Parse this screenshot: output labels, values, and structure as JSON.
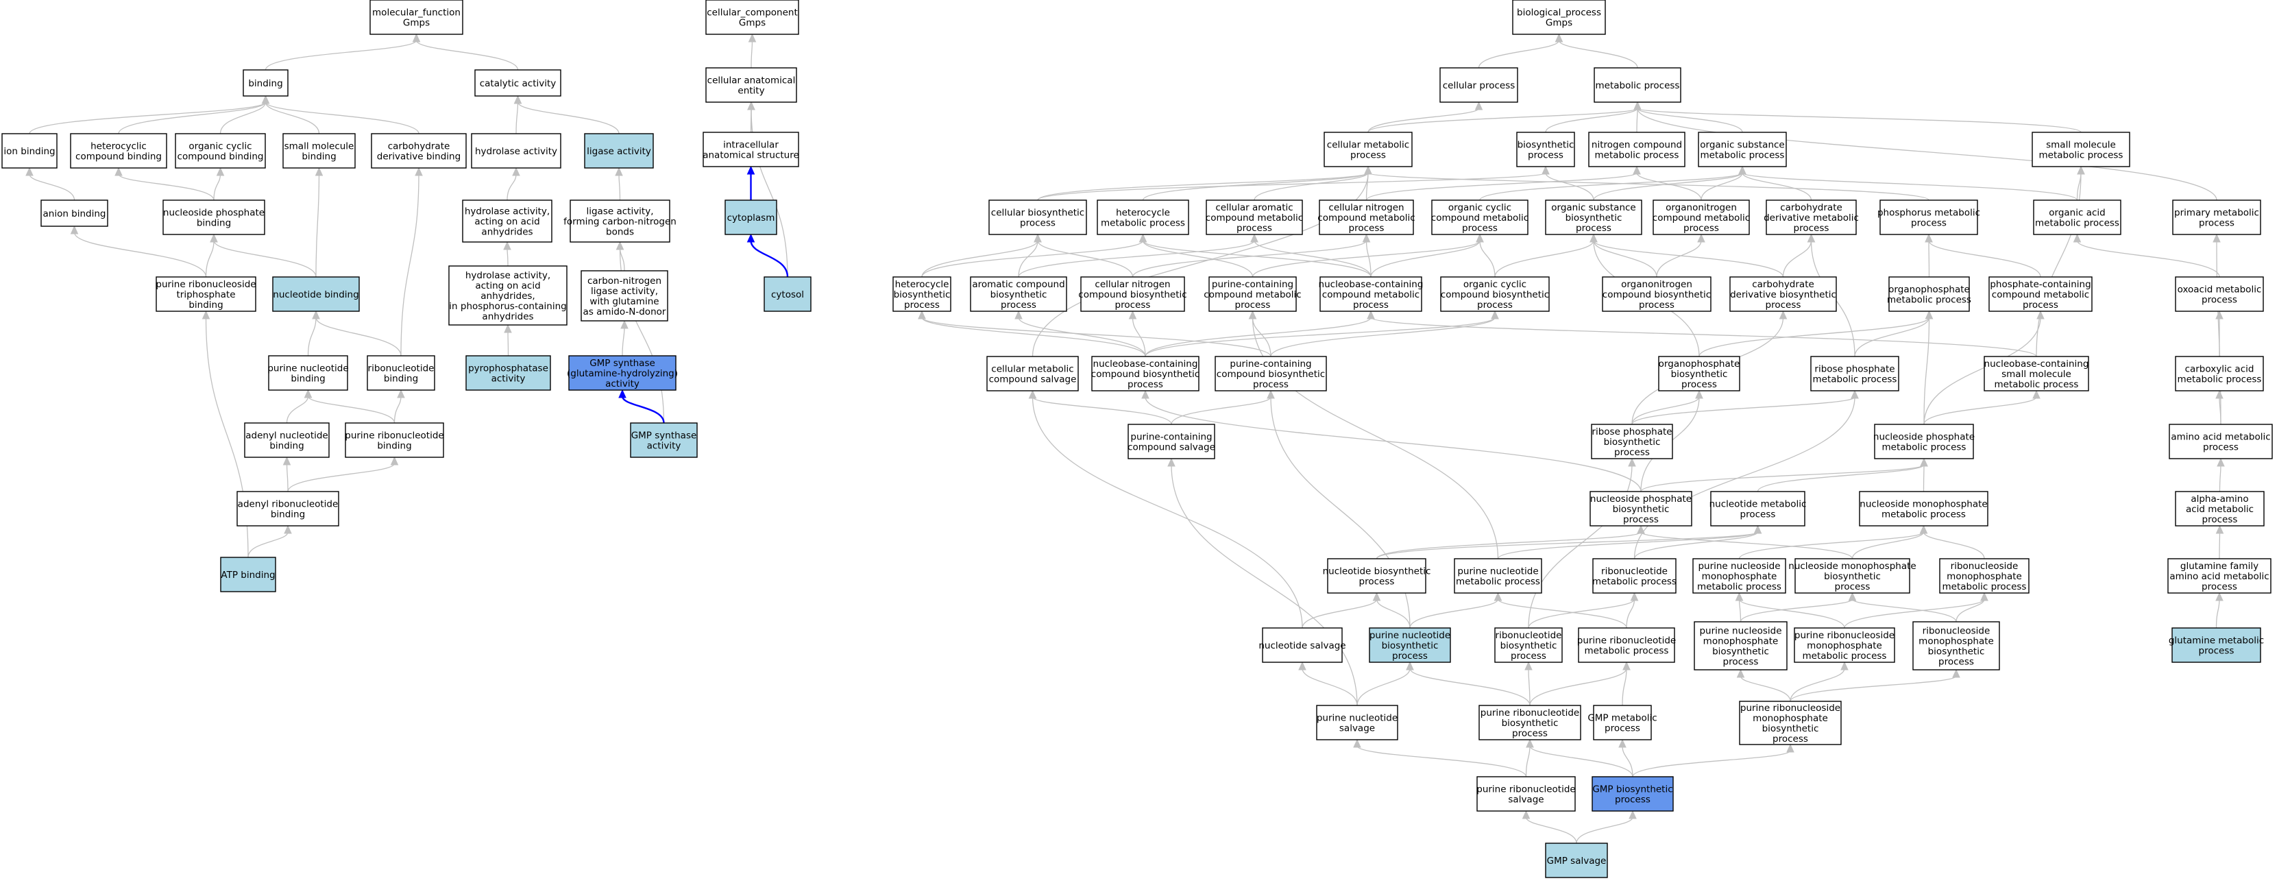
{
  "colors": {
    "plain": "#ffffff",
    "annotated": "#add8e6",
    "query": "#6495ed",
    "edge": "#c0c0c0",
    "highlight": "#0000ff"
  },
  "nodes": {
    "mf": {
      "lines": [
        "molecular_function",
        "Gmps"
      ],
      "color": "plain"
    },
    "binding": {
      "lines": [
        "binding"
      ],
      "color": "plain"
    },
    "catalytic": {
      "lines": [
        "catalytic activity"
      ],
      "color": "plain"
    },
    "ion": {
      "lines": [
        "ion binding"
      ],
      "color": "plain"
    },
    "hetcyc_bind": {
      "lines": [
        "heterocyclic",
        "compound binding"
      ],
      "color": "plain"
    },
    "orgcyc_bind": {
      "lines": [
        "organic cyclic",
        "compound binding"
      ],
      "color": "plain"
    },
    "smallmol_bind": {
      "lines": [
        "small molecule",
        "binding"
      ],
      "color": "plain"
    },
    "carbo_bind": {
      "lines": [
        "carbohydrate",
        "derivative binding"
      ],
      "color": "plain"
    },
    "hydrolase": {
      "lines": [
        "hydrolase activity"
      ],
      "color": "plain"
    },
    "ligase": {
      "lines": [
        "ligase activity"
      ],
      "color": "annotated"
    },
    "anion": {
      "lines": [
        "anion binding"
      ],
      "color": "plain"
    },
    "nucphos_bind": {
      "lines": [
        "nucleoside phosphate",
        "binding"
      ],
      "color": "plain"
    },
    "hydro_acid": {
      "lines": [
        "hydrolase activity,",
        "acting on acid",
        "anhydrides"
      ],
      "color": "plain"
    },
    "ligase_cn": {
      "lines": [
        "ligase activity,",
        "forming carbon-nitrogen",
        "bonds"
      ],
      "color": "plain"
    },
    "purribtri": {
      "lines": [
        "purine ribonucleoside",
        "triphosphate",
        "binding"
      ],
      "color": "plain"
    },
    "nucleotide_bind": {
      "lines": [
        "nucleotide binding"
      ],
      "color": "annotated"
    },
    "hydro_phos": {
      "lines": [
        "hydrolase activity,",
        "acting on acid",
        "anhydrides,",
        "in phosphorus-containing",
        "anhydrides"
      ],
      "color": "plain"
    },
    "cn_ligase": {
      "lines": [
        "carbon-nitrogen",
        "ligase activity,",
        "with glutamine",
        "as amido-N-donor"
      ],
      "color": "plain"
    },
    "purnuc_bind": {
      "lines": [
        "purine nucleotide",
        "binding"
      ],
      "color": "plain"
    },
    "ribonuc_bind": {
      "lines": [
        "ribonucleotide",
        "binding"
      ],
      "color": "plain"
    },
    "pyrophos": {
      "lines": [
        "pyrophosphatase",
        "activity"
      ],
      "color": "annotated"
    },
    "gmps_glut": {
      "lines": [
        "GMP synthase",
        "(glutamine-hydrolyzing)",
        "activity"
      ],
      "color": "query"
    },
    "adenyl_bind": {
      "lines": [
        "adenyl nucleotide",
        "binding"
      ],
      "color": "plain"
    },
    "purrib_bind": {
      "lines": [
        "purine ribonucleotide",
        "binding"
      ],
      "color": "plain"
    },
    "gmps_act": {
      "lines": [
        "GMP synthase",
        "activity"
      ],
      "color": "annotated"
    },
    "adenylrib_bind": {
      "lines": [
        "adenyl ribonucleotide",
        "binding"
      ],
      "color": "plain"
    },
    "atp": {
      "lines": [
        "ATP binding"
      ],
      "color": "annotated"
    },
    "cc": {
      "lines": [
        "cellular_component",
        "Gmps"
      ],
      "color": "plain"
    },
    "cae": {
      "lines": [
        "cellular anatomical",
        "entity"
      ],
      "color": "plain"
    },
    "ias": {
      "lines": [
        "intracellular",
        "anatomical structure"
      ],
      "color": "plain"
    },
    "cytoplasm": {
      "lines": [
        "cytoplasm"
      ],
      "color": "annotated"
    },
    "cytosol": {
      "lines": [
        "cytosol"
      ],
      "color": "annotated"
    },
    "bp": {
      "lines": [
        "biological_process",
        "Gmps"
      ],
      "color": "plain"
    },
    "cellproc": {
      "lines": [
        "cellular process"
      ],
      "color": "plain"
    },
    "metab": {
      "lines": [
        "metabolic process"
      ],
      "color": "plain"
    },
    "cellmet": {
      "lines": [
        "cellular metabolic",
        "process"
      ],
      "color": "plain"
    },
    "biosyn": {
      "lines": [
        "biosynthetic",
        "process"
      ],
      "color": "plain"
    },
    "nitcomp": {
      "lines": [
        "nitrogen compound",
        "metabolic process"
      ],
      "color": "plain"
    },
    "orgsub": {
      "lines": [
        "organic substance",
        "metabolic process"
      ],
      "color": "plain"
    },
    "smallmolmet": {
      "lines": [
        "small molecule",
        "metabolic process"
      ],
      "color": "plain"
    },
    "primmet": {
      "lines": [
        "primary metabolic",
        "process"
      ],
      "color": "plain"
    },
    "cellbiosyn": {
      "lines": [
        "cellular biosynthetic",
        "process"
      ],
      "color": "plain"
    },
    "hetmet": {
      "lines": [
        "heterocycle",
        "metabolic process"
      ],
      "color": "plain"
    },
    "cellarom": {
      "lines": [
        "cellular aromatic",
        "compound metabolic",
        "process"
      ],
      "color": "plain"
    },
    "cellnit": {
      "lines": [
        "cellular nitrogen",
        "compound metabolic",
        "process"
      ],
      "color": "plain"
    },
    "orgcycmet": {
      "lines": [
        "organic cyclic",
        "compound metabolic",
        "process"
      ],
      "color": "plain"
    },
    "orgsubbio": {
      "lines": [
        "organic substance",
        "biosynthetic",
        "process"
      ],
      "color": "plain"
    },
    "orgnitmet": {
      "lines": [
        "organonitrogen",
        "compound metabolic",
        "process"
      ],
      "color": "plain"
    },
    "carbomet": {
      "lines": [
        "carbohydrate",
        "derivative metabolic",
        "process"
      ],
      "color": "plain"
    },
    "phosmet": {
      "lines": [
        "phosphorus metabolic",
        "process"
      ],
      "color": "plain"
    },
    "orgacid": {
      "lines": [
        "organic acid",
        "metabolic process"
      ],
      "color": "plain"
    },
    "hetbio": {
      "lines": [
        "heterocycle",
        "biosynthetic",
        "process"
      ],
      "color": "plain"
    },
    "arombio": {
      "lines": [
        "aromatic compound",
        "biosynthetic",
        "process"
      ],
      "color": "plain"
    },
    "cellnitbio": {
      "lines": [
        "cellular nitrogen",
        "compound biosynthetic",
        "process"
      ],
      "color": "plain"
    },
    "purcontmet": {
      "lines": [
        "purine-containing",
        "compound metabolic",
        "process"
      ],
      "color": "plain"
    },
    "nucbasemet": {
      "lines": [
        "nucleobase-containing",
        "compound metabolic",
        "process"
      ],
      "color": "plain"
    },
    "orgcycbio": {
      "lines": [
        "organic cyclic",
        "compound biosynthetic",
        "process"
      ],
      "color": "plain"
    },
    "orgnitbio": {
      "lines": [
        "organonitrogen",
        "compound biosynthetic",
        "process"
      ],
      "color": "plain"
    },
    "carbobio": {
      "lines": [
        "carbohydrate",
        "derivative biosynthetic",
        "process"
      ],
      "color": "plain"
    },
    "orgphosmet": {
      "lines": [
        "organophosphate",
        "metabolic process"
      ],
      "color": "plain"
    },
    "phoscontmet": {
      "lines": [
        "phosphate-containing",
        "compound metabolic",
        "process"
      ],
      "color": "plain"
    },
    "oxoacid": {
      "lines": [
        "oxoacid metabolic",
        "process"
      ],
      "color": "plain"
    },
    "cellsalv": {
      "lines": [
        "cellular metabolic",
        "compound salvage"
      ],
      "color": "plain"
    },
    "nucbasebio": {
      "lines": [
        "nucleobase-containing",
        "compound biosynthetic",
        "process"
      ],
      "color": "plain"
    },
    "purcontbio": {
      "lines": [
        "purine-containing",
        "compound biosynthetic",
        "process"
      ],
      "color": "plain"
    },
    "orgphosbio": {
      "lines": [
        "organophosphate",
        "biosynthetic",
        "process"
      ],
      "color": "plain"
    },
    "ribphosmet": {
      "lines": [
        "ribose phosphate",
        "metabolic process"
      ],
      "color": "plain"
    },
    "nucbasesmall": {
      "lines": [
        "nucleobase-containing",
        "small molecule",
        "metabolic process"
      ],
      "color": "plain"
    },
    "carboxacid": {
      "lines": [
        "carboxylic acid",
        "metabolic process"
      ],
      "color": "plain"
    },
    "purcontsalv": {
      "lines": [
        "purine-containing",
        "compound salvage"
      ],
      "color": "plain"
    },
    "ribphosbio": {
      "lines": [
        "ribose phosphate",
        "biosynthetic",
        "process"
      ],
      "color": "plain"
    },
    "nucphosmet": {
      "lines": [
        "nucleoside phosphate",
        "metabolic process"
      ],
      "color": "plain"
    },
    "aamet": {
      "lines": [
        "amino acid metabolic",
        "process"
      ],
      "color": "plain"
    },
    "nucphosbio": {
      "lines": [
        "nucleoside phosphate",
        "biosynthetic",
        "process"
      ],
      "color": "plain"
    },
    "nucmet": {
      "lines": [
        "nucleotide metabolic",
        "process"
      ],
      "color": "plain"
    },
    "nucmonomet": {
      "lines": [
        "nucleoside monophosphate",
        "metabolic process"
      ],
      "color": "plain"
    },
    "alphaaa": {
      "lines": [
        "alpha-amino",
        "acid metabolic",
        "process"
      ],
      "color": "plain"
    },
    "nucbio": {
      "lines": [
        "nucleotide biosynthetic",
        "process"
      ],
      "color": "plain"
    },
    "purnucmet": {
      "lines": [
        "purine nucleotide",
        "metabolic process"
      ],
      "color": "plain"
    },
    "ribnucmet": {
      "lines": [
        "ribonucleotide",
        "metabolic process"
      ],
      "color": "plain"
    },
    "purnucmonomet": {
      "lines": [
        "purine nucleoside",
        "monophosphate",
        "metabolic process"
      ],
      "color": "plain"
    },
    "nucmonobio": {
      "lines": [
        "nucleoside monophosphate",
        "biosynthetic",
        "process"
      ],
      "color": "plain"
    },
    "ribmonomet": {
      "lines": [
        "ribonucleoside",
        "monophosphate",
        "metabolic process"
      ],
      "color": "plain"
    },
    "glufam": {
      "lines": [
        "glutamine family",
        "amino acid metabolic",
        "process"
      ],
      "color": "plain"
    },
    "nucsalv": {
      "lines": [
        "nucleotide salvage"
      ],
      "color": "plain"
    },
    "purnucbio": {
      "lines": [
        "purine nucleotide",
        "biosynthetic",
        "process"
      ],
      "color": "annotated"
    },
    "ribnucbio": {
      "lines": [
        "ribonucleotide",
        "biosynthetic",
        "process"
      ],
      "color": "plain"
    },
    "purribmet": {
      "lines": [
        "purine ribonucleotide",
        "metabolic process"
      ],
      "color": "plain"
    },
    "purnucmonobio": {
      "lines": [
        "purine nucleoside",
        "monophosphate",
        "biosynthetic",
        "process"
      ],
      "color": "plain"
    },
    "purribmonomet": {
      "lines": [
        "purine ribonucleoside",
        "monophosphate",
        "metabolic process"
      ],
      "color": "plain"
    },
    "ribmonobio": {
      "lines": [
        "ribonucleoside",
        "monophosphate",
        "biosynthetic",
        "process"
      ],
      "color": "plain"
    },
    "glnmet": {
      "lines": [
        "glutamine metabolic",
        "process"
      ],
      "color": "annotated"
    },
    "purnucsalv": {
      "lines": [
        "purine nucleotide",
        "salvage"
      ],
      "color": "plain"
    },
    "purribbio": {
      "lines": [
        "purine ribonucleotide",
        "biosynthetic",
        "process"
      ],
      "color": "plain"
    },
    "gmpmet": {
      "lines": [
        "GMP metabolic",
        "process"
      ],
      "color": "plain"
    },
    "purribmonobio": {
      "lines": [
        "purine ribonucleoside",
        "monophosphate",
        "biosynthetic",
        "process"
      ],
      "color": "plain"
    },
    "purribsalv": {
      "lines": [
        "purine ribonucleotide",
        "salvage"
      ],
      "color": "plain"
    },
    "gmpbio": {
      "lines": [
        "GMP biosynthetic",
        "process"
      ],
      "color": "query"
    },
    "gmpsalv": {
      "lines": [
        "GMP salvage"
      ],
      "color": "annotated"
    }
  }
}
